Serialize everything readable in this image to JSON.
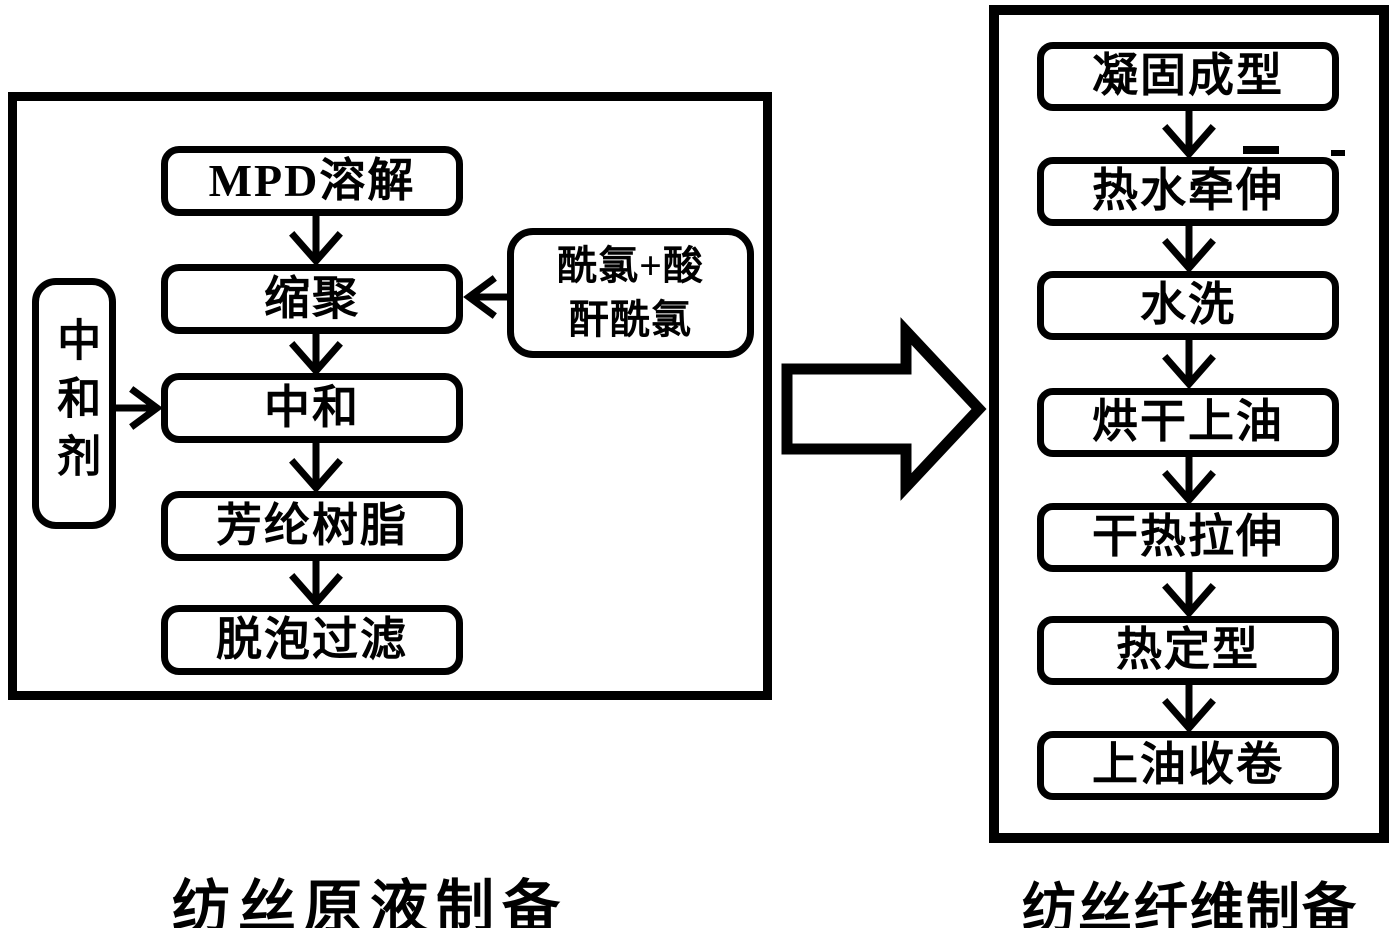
{
  "colors": {
    "ink": "#000000",
    "paper": "#ffffff"
  },
  "left_panel": {
    "caption": "纺丝原液制备",
    "nodes": {
      "mpd_dissolve": "MPD溶解",
      "polycondensation": "缩聚",
      "acyl_chloride": "酰氯+酸\n酐酰氯",
      "neutralizer": "中和剂",
      "neutralization": "中和",
      "aramid_resin": "芳纶树脂",
      "defoam_filter": "脱泡过滤"
    }
  },
  "right_panel": {
    "caption": "纺丝纤维制备",
    "steps": [
      "凝固成型",
      "热水牵伸",
      "水洗",
      "烘干上油",
      "干热拉伸",
      "热定型",
      "上油收卷"
    ]
  }
}
